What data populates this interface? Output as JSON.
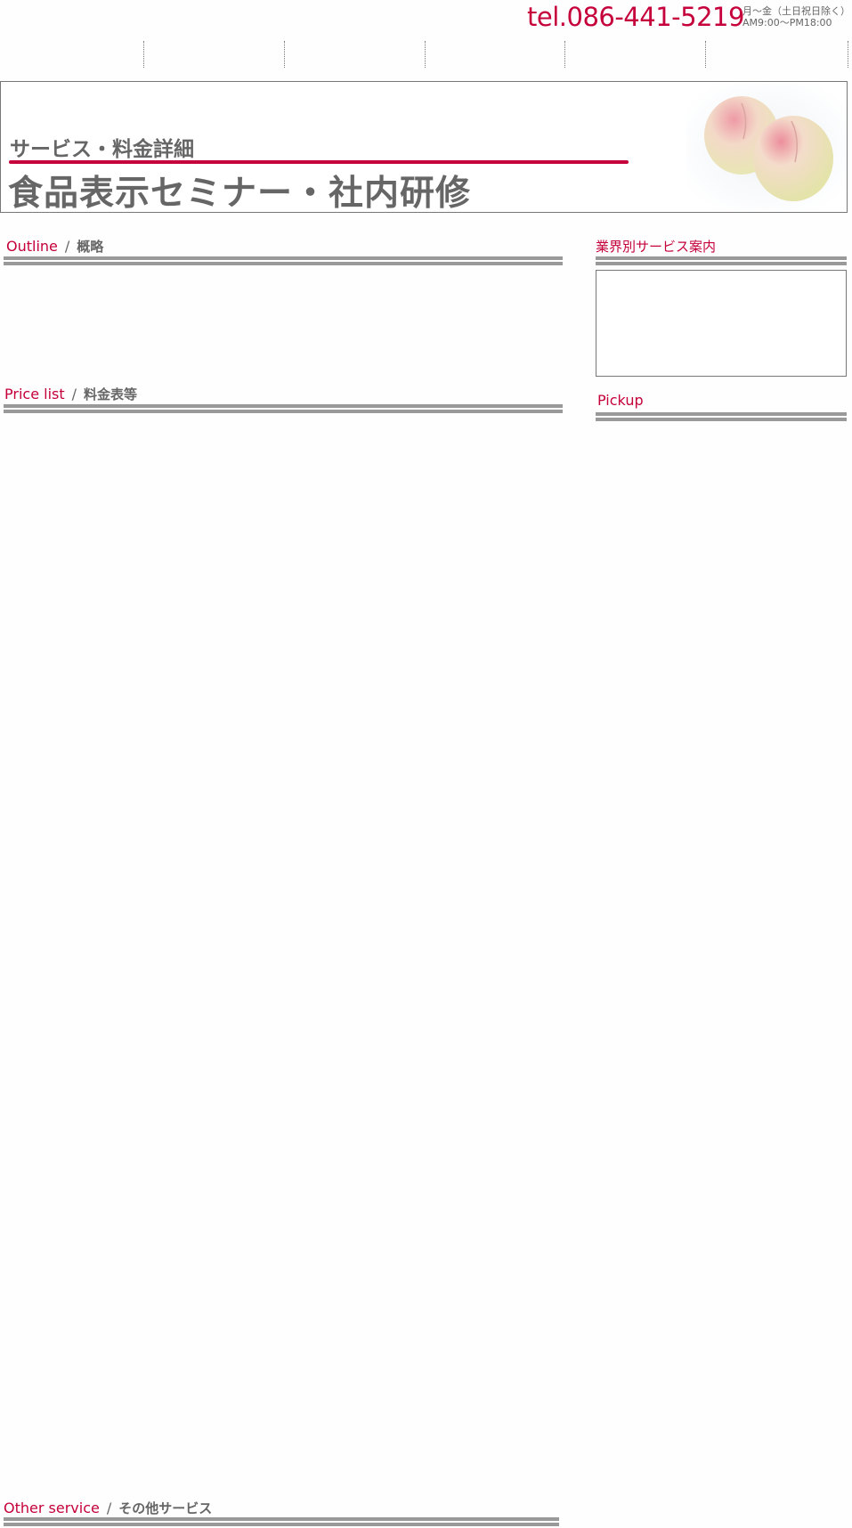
{
  "header": {
    "tel": "tel.086-441-5219",
    "hours_days": "月～金（土日祝日除く）",
    "hours_time": "AM9:00～PM18:00"
  },
  "hero": {
    "subtitle": "サービス・料金詳細",
    "title": "食品表示セミナー・社内研修",
    "accent_color": "#c5003a"
  },
  "sections": {
    "outline": {
      "en": "Outline",
      "separator": "/",
      "ja": "概略"
    },
    "price": {
      "en": "Price list",
      "separator": "/",
      "ja": "料金表等"
    },
    "other": {
      "en": "Other service",
      "separator": "/",
      "ja": "その他サービス"
    }
  },
  "sidebar": {
    "industry_title": "業界別サービス案内",
    "pickup_title": "Pickup"
  }
}
